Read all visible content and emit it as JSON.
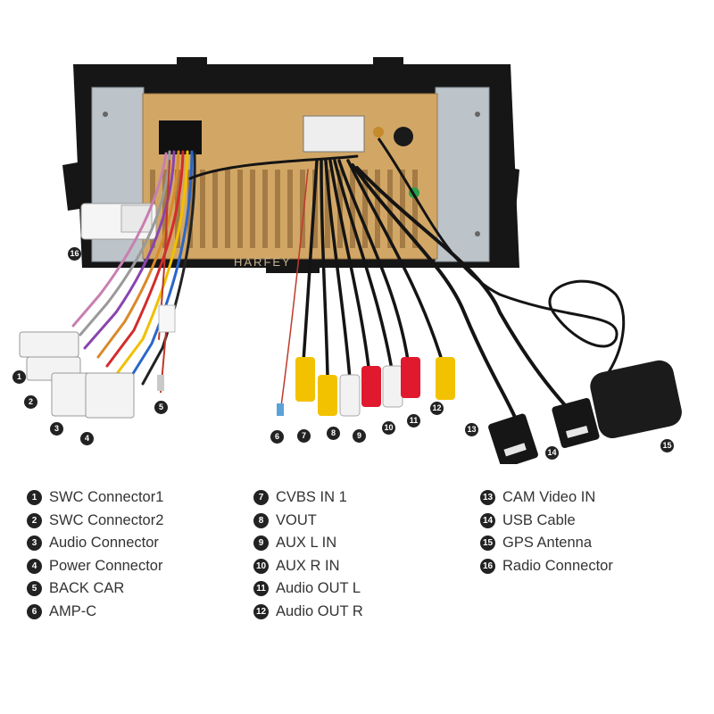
{
  "watermark": "HARFEY",
  "callouts": [
    "1",
    "2",
    "3",
    "4",
    "5",
    "6",
    "7",
    "8",
    "9",
    "10",
    "11",
    "12",
    "13",
    "14",
    "15",
    "16"
  ],
  "legend": {
    "col1": [
      {
        "num": "1",
        "label": "SWC Connector1"
      },
      {
        "num": "2",
        "label": "SWC Connector2"
      },
      {
        "num": "3",
        "label": "Audio Connector"
      },
      {
        "num": "4",
        "label": "Power Connector"
      },
      {
        "num": "5",
        "label": "BACK CAR"
      },
      {
        "num": "6",
        "label": "AMP-C"
      }
    ],
    "col2": [
      {
        "num": "7",
        "label": "CVBS IN 1"
      },
      {
        "num": "8",
        "label": "VOUT"
      },
      {
        "num": "9",
        "label": "AUX L IN"
      },
      {
        "num": "10",
        "label": "AUX R IN"
      },
      {
        "num": "11",
        "label": "Audio OUT L"
      },
      {
        "num": "12",
        "label": "Audio OUT R"
      }
    ],
    "col3": [
      {
        "num": "13",
        "label": "CAM Video IN"
      },
      {
        "num": "14",
        "label": "USB Cable"
      },
      {
        "num": "15",
        "label": "GPS Antenna"
      },
      {
        "num": "16",
        "label": "Radio Connector"
      }
    ]
  },
  "colors": {
    "frame": "#151515",
    "chassis": "#d2a766",
    "bracket": "#bcc3c9",
    "rca_yellow": "#f2c200",
    "rca_red": "#e0192e",
    "rca_white": "#f2f2f2",
    "cable": "#141414"
  }
}
